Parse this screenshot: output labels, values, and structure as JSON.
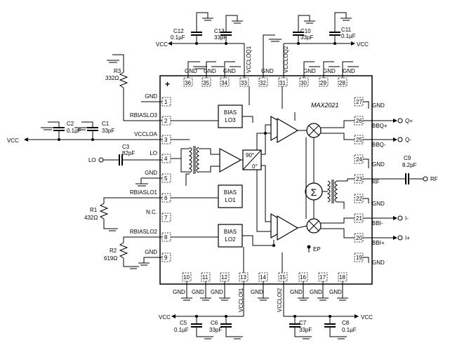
{
  "chip": {
    "part": "MAX2021",
    "plus": "+",
    "ep": "EP",
    "bias_lo3": [
      "BIAS",
      "LO3"
    ],
    "bias_lo1": [
      "BIAS",
      "LO1"
    ],
    "bias_lo2": [
      "BIAS",
      "LO2"
    ],
    "sigma": "Σ",
    "phase_90": "90°",
    "phase_0": "0°"
  },
  "pins": {
    "top": [
      {
        "num": "36",
        "name": "GND"
      },
      {
        "num": "35",
        "name": "GND"
      },
      {
        "num": "34",
        "name": "GND"
      },
      {
        "num": "33",
        "name": "VCCLOQ1"
      },
      {
        "num": "32",
        "name": "GND"
      },
      {
        "num": "31",
        "name": "VCCLOQ2"
      },
      {
        "num": "30",
        "name": "GND"
      },
      {
        "num": "29",
        "name": "GND"
      },
      {
        "num": "28",
        "name": "GND"
      }
    ],
    "left": [
      {
        "num": "1",
        "name": "GND"
      },
      {
        "num": "2",
        "name": "RBIASLO3"
      },
      {
        "num": "3",
        "name": "VCCLOA"
      },
      {
        "num": "4",
        "name": "LO"
      },
      {
        "num": "5",
        "name": "GND"
      },
      {
        "num": "6",
        "name": "RBIASLO1"
      },
      {
        "num": "7",
        "name": "N.C."
      },
      {
        "num": "8",
        "name": "RBIASLO2"
      },
      {
        "num": "9",
        "name": "GND"
      }
    ],
    "bottom": [
      {
        "num": "10",
        "name": "GND"
      },
      {
        "num": "11",
        "name": "GND"
      },
      {
        "num": "12",
        "name": "GND"
      },
      {
        "num": "13",
        "name": "VCCLOI1"
      },
      {
        "num": "14",
        "name": "GND"
      },
      {
        "num": "15",
        "name": "VCCLOI2"
      },
      {
        "num": "16",
        "name": "GND"
      },
      {
        "num": "17",
        "name": "GND"
      },
      {
        "num": "18",
        "name": "GND"
      }
    ],
    "right": [
      {
        "num": "27",
        "name": "GND"
      },
      {
        "num": "26",
        "name": "BBQ+"
      },
      {
        "num": "25",
        "name": "BBQ-"
      },
      {
        "num": "24",
        "name": "GND"
      },
      {
        "num": "23",
        "name": "RF"
      },
      {
        "num": "22",
        "name": "GND"
      },
      {
        "num": "21",
        "name": "BBI-"
      },
      {
        "num": "20",
        "name": "BBI+"
      },
      {
        "num": "19",
        "name": "GND"
      }
    ]
  },
  "components": {
    "c12": [
      "C12",
      "0.1µF"
    ],
    "c13": [
      "C13",
      "33pF"
    ],
    "c10": [
      "C10",
      "33pF"
    ],
    "c11": [
      "C11",
      "0.1µF"
    ],
    "c2": [
      "C2",
      "0.1µF"
    ],
    "c1": [
      "C1",
      "33pF"
    ],
    "c3": [
      "C3",
      "82pF"
    ],
    "c9": [
      "C9",
      "8.2pF"
    ],
    "c5": [
      "C5",
      "0.1µF"
    ],
    "c6": [
      "C6",
      "33pF"
    ],
    "c7": [
      "C7",
      "33pF"
    ],
    "c8": [
      "C8",
      "0.1µF"
    ],
    "r3": [
      "R3",
      "332Ω"
    ],
    "r1": [
      "R1",
      "432Ω"
    ],
    "r2": [
      "R2",
      "619Ω"
    ]
  },
  "external": {
    "vcc": "VCC",
    "lo": "LO",
    "rf": "RF",
    "q_plus": "Q+",
    "q_minus": "Q-",
    "i_minus": "I-",
    "i_plus": "I+"
  }
}
